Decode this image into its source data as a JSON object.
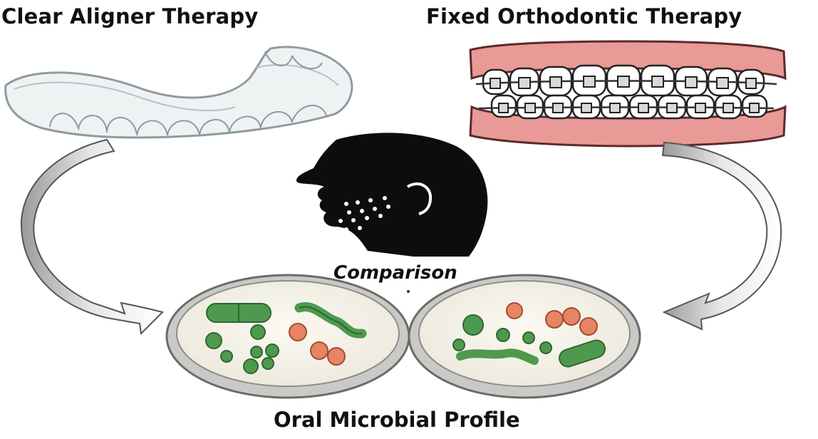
{
  "labels": {
    "left_title": "Clear Aligner Therapy",
    "right_title": "Fixed Orthodontic Therapy",
    "center": "Comparison",
    "bottom": "Oral Microbial Profile"
  },
  "colors": {
    "aligner": "#eef2f3",
    "gum": "#e99a96",
    "tooth": "#ffffff",
    "silhouette": "#0d0d0d",
    "dish_rim": "#c9c9c6",
    "agar": "#f3f0e6",
    "bacteria_green": "#4d9a4f",
    "bacteria_orange": "#e88463"
  },
  "icons": [
    "aligner-tray-icon",
    "braces-teeth-icon",
    "head-silhouette-icon",
    "petri-dish-icon",
    "curved-arrow-icon"
  ]
}
